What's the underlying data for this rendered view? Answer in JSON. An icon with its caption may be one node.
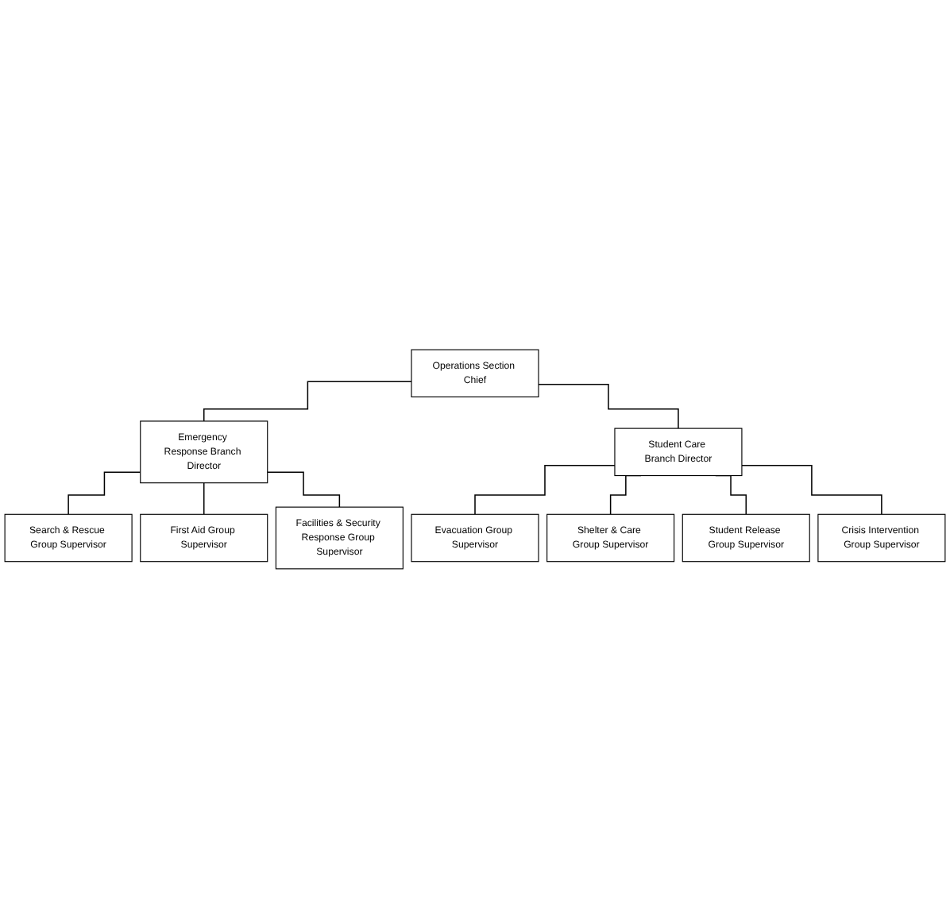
{
  "diagram": {
    "nodes": [
      {
        "text": [
          "Operations Section Chief"
        ]
      },
      {
        "text": [
          "Emergency Response Branch Director"
        ]
      },
      {
        "text": [
          "Student Care Branch Director"
        ]
      },
      {
        "text": [
          "Search & Rescue Group Supervisor"
        ]
      },
      {
        "text": [
          "First Aid Group Supervisor"
        ]
      },
      {
        "text": [
          "Facilities & Security Response Group Supervisor"
        ]
      },
      {
        "text": [
          "Evacuation Group Supervisor"
        ]
      },
      {
        "text": [
          "Shelter & Care Group Supervisor"
        ]
      },
      {
        "text": [
          "Student Release Group Supervisor"
        ]
      },
      {
        "text": [
          "Crisis Intervention Group Supervisor"
        ]
      }
    ],
    "edges": [
      {
        "from": 0,
        "to": 1,
        "arrow": "none"
      },
      {
        "from": 0,
        "to": 2,
        "arrow": "none"
      },
      {
        "from": 1,
        "to": 3,
        "arrow": "none"
      },
      {
        "from": 1,
        "to": 4,
        "arrow": "none"
      },
      {
        "from": 1,
        "to": 5,
        "arrow": "none"
      },
      {
        "from": 2,
        "to": 6,
        "arrow": "none"
      },
      {
        "from": 2,
        "to": 7,
        "arrow": "none"
      },
      {
        "from": 2,
        "to": 8,
        "arrow": "none"
      },
      {
        "from": 2,
        "to": 9,
        "arrow": "none"
      }
    ]
  }
}
